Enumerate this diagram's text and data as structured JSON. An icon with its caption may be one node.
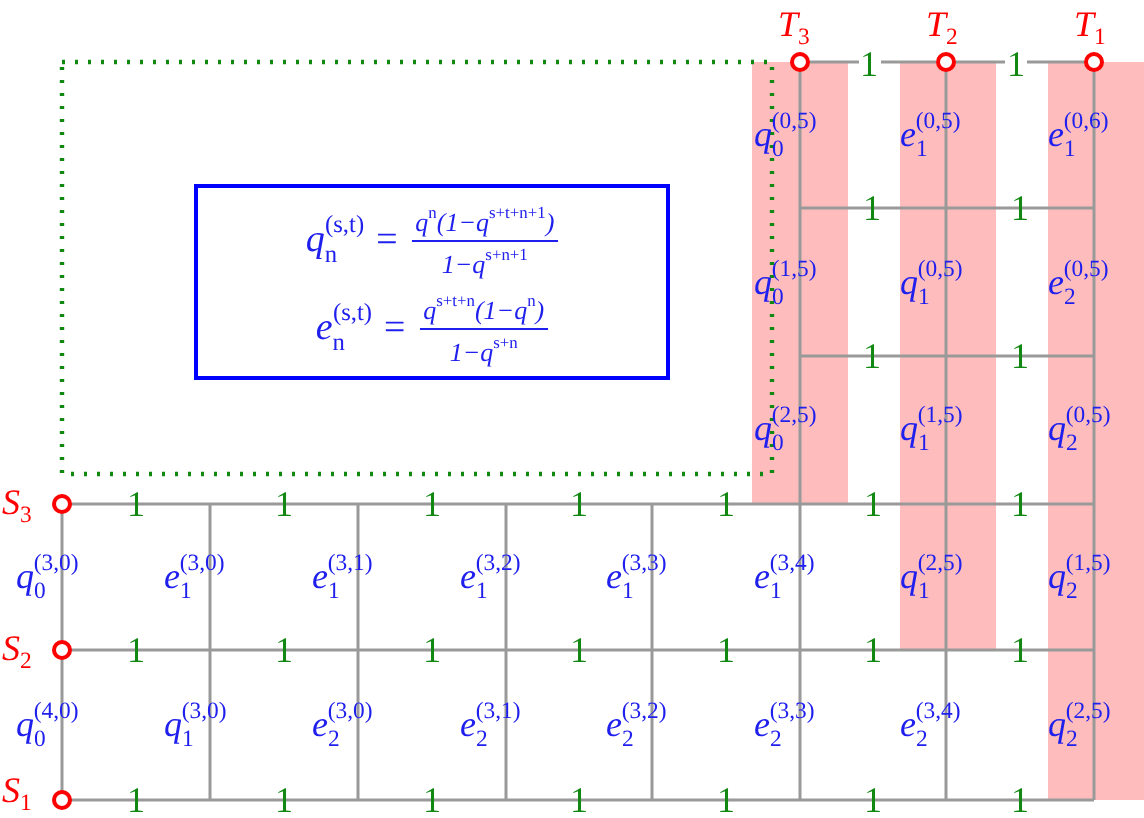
{
  "diagram": {
    "nodes": [
      {
        "text": [
          "q$_{n}$$^{(s,t)}$ =",
          "q$^{n}$(1−q$^{s+t+n+1}$)",
          "1−q$^{s+n+1}$",
          "e$_{n}$$^{(s,t)}$ =",
          "q$^{s+t+n}$(1−q$^{n}$)",
          "1−q$^{s+n}$"
        ]
      },
      {
        "text": [],
        "shape": "circle",
        "beside": [
          "T$_{3}$"
        ]
      },
      {
        "text": [],
        "shape": "circle",
        "beside": [
          "T$_{2}$"
        ]
      },
      {
        "text": [],
        "shape": "circle",
        "beside": [
          "T$_{1}$"
        ]
      },
      {
        "text": [],
        "shape": "circle",
        "beside": [
          "S$_{3}$"
        ]
      },
      {
        "text": [],
        "shape": "circle",
        "beside": [
          "S$_{2}$"
        ]
      },
      {
        "text": [],
        "shape": "circle",
        "beside": [
          "S$_{1}$"
        ]
      }
    ],
    "edges": [
      {
        "from": 1,
        "to": 2,
        "arrow": "none",
        "label": "1"
      },
      {
        "from": 2,
        "to": 3,
        "arrow": "none",
        "label": "1"
      }
    ],
    "labels": [
      "q$_{0}$$^{(0,5)}$",
      "e$_{1}$$^{(0,5)}$",
      "e$_{1}$$^{(0,6)}$",
      "1",
      "1",
      "q$_{0}$$^{(1,5)}$",
      "q$_{1}$$^{(0,5)}$",
      "e$_{2}$$^{(0,5)}$",
      "1",
      "1",
      "q$_{0}$$^{(2,5)}$",
      "q$_{1}$$^{(1,5)}$",
      "q$_{2}$$^{(0,5)}$",
      "1",
      "1",
      "1",
      "1",
      "1",
      "1",
      "1",
      "q$_{0}$$^{(3,0)}$",
      "e$_{1}$$^{(3,0)}$",
      "e$_{1}$$^{(3,1)}$",
      "e$_{1}$$^{(3,2)}$",
      "e$_{1}$$^{(3,3)}$",
      "e$_{1}$$^{(3,4)}$",
      "q$_{1}$$^{(2,5)}$",
      "q$_{2}$$^{(1,5)}$",
      "1",
      "1",
      "1",
      "1",
      "1",
      "1",
      "1",
      "q$_{0}$$^{(4,0)}$",
      "q$_{1}$$^{(3,0)}$",
      "e$_{2}$$^{(3,0)}$",
      "e$_{2}$$^{(3,1)}$",
      "e$_{2}$$^{(3,2)}$",
      "e$_{2}$$^{(3,3)}$",
      "e$_{2}$$^{(3,4)}$",
      "q$_{2}$$^{(2,5)}$",
      "1",
      "1",
      "1",
      "1",
      "1",
      "1",
      "1"
    ]
  }
}
